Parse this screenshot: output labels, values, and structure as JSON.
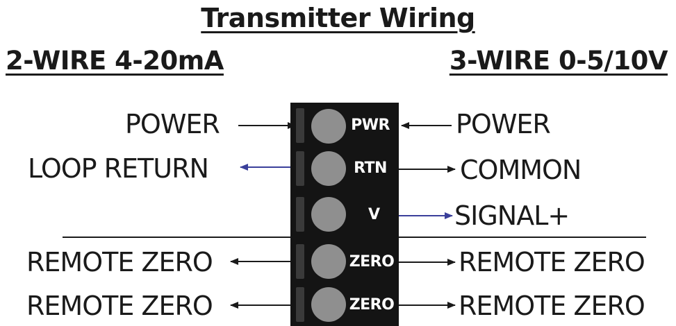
{
  "title": "Transmitter Wiring",
  "left_heading": "2-WIRE 4-20mA",
  "right_heading": "3-WIRE 0-5/10V",
  "colors": {
    "black_arrow": "#1a1a1a",
    "blue_arrow": "#3a3f9a",
    "block": "#141414",
    "screw": "#8f8f8f"
  },
  "terminals": [
    {
      "label": "PWR"
    },
    {
      "label": "RTN"
    },
    {
      "label": "V"
    },
    {
      "label": "ZERO"
    },
    {
      "label": "ZERO"
    }
  ],
  "left_labels": [
    "POWER",
    "LOOP RETURN",
    "REMOTE ZERO",
    "REMOTE ZERO"
  ],
  "right_labels": [
    "POWER",
    "COMMON",
    "SIGNAL+",
    "REMOTE ZERO",
    "REMOTE ZERO"
  ]
}
